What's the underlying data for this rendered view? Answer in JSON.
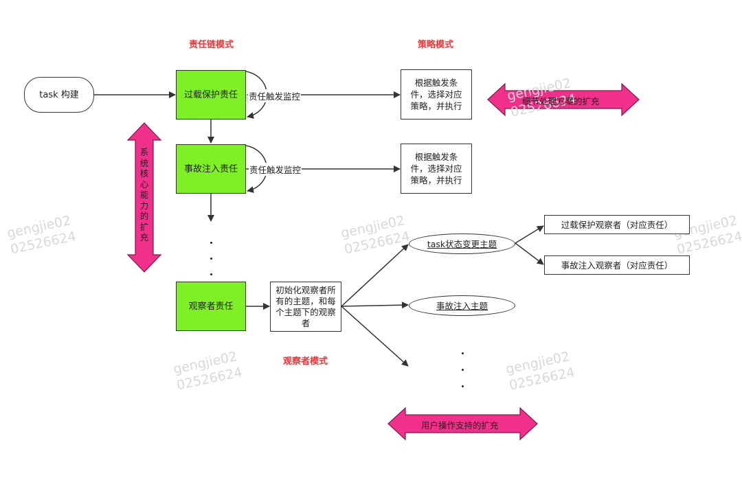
{
  "titles": {
    "chain": "责任链模式",
    "strategy": "策略模式",
    "observer": "观察者模式"
  },
  "nodes": {
    "task_build": "task 构建",
    "overload": "过载保护责任",
    "fault": "事故注入责任",
    "observer": "观察者责任",
    "strategy1": "根据触发条件，选择对应策略，并执行",
    "strategy2": "根据触发条件，选择对应策略，并执行",
    "init": "初始化观察者所有的主题，和每个主题下的观察者",
    "task_state_topic": "task状态变更主题",
    "fault_topic": "事故注入主题",
    "overload_observer": "过载保护观察者（对应责任）",
    "fault_observer": "事故注入观察者（对应责任）"
  },
  "edge_labels": {
    "monitor1": "责任触发监控",
    "monitor2": "责任触发监控"
  },
  "extensions": {
    "detail": "细节处理方案的扩充",
    "system": "系统核心能力的扩充",
    "user": "用户操作支持的扩充"
  },
  "watermark": "gengjie02\n02526624",
  "colors": {
    "title_red": "#e8373a",
    "green_fill": "#7ff026",
    "pink_fill": "#f0308a",
    "stroke": "#333333"
  }
}
